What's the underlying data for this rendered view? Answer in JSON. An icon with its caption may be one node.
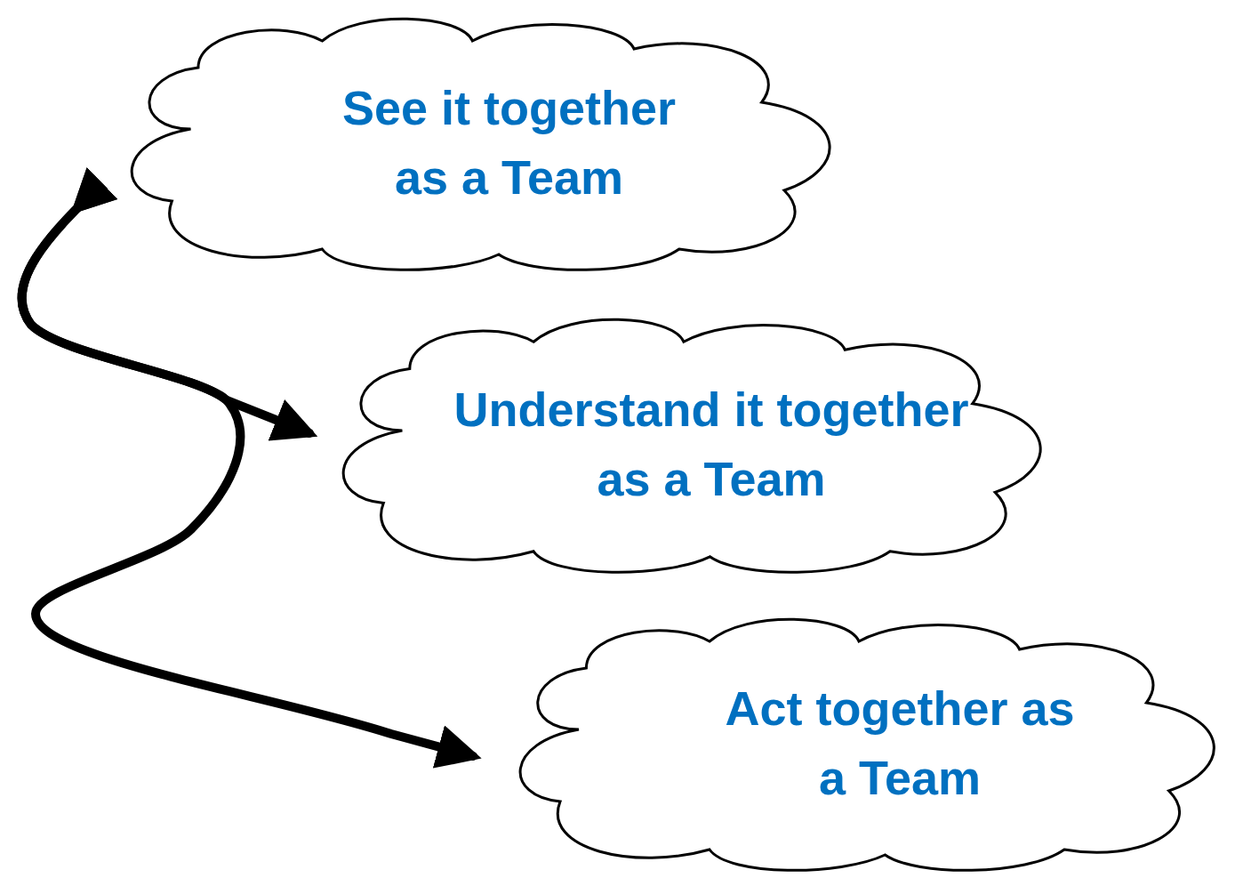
{
  "diagram": {
    "nodes": [
      {
        "text": [
          "See it together as a Team"
        ]
      },
      {
        "text": [
          "Understand it together as a Team"
        ]
      },
      {
        "text": [
          "Act together as a Team"
        ]
      }
    ],
    "edges": [
      {
        "from": 0,
        "to": 1,
        "arrow": "to"
      },
      {
        "from": 0,
        "to": 2,
        "arrow": "to"
      }
    ]
  }
}
